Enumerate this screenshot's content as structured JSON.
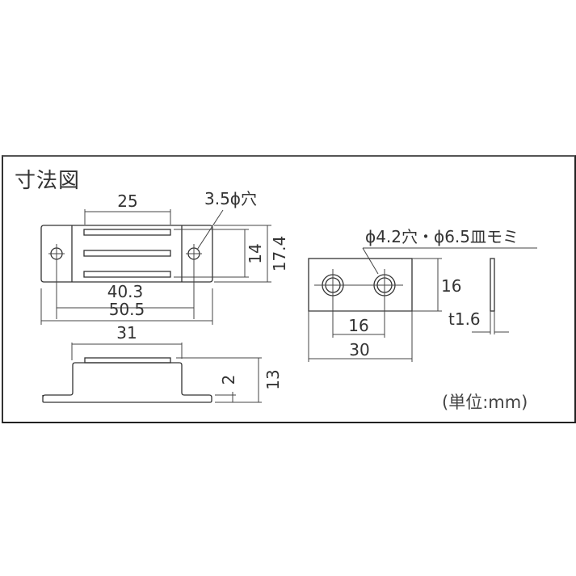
{
  "title": "寸法図",
  "unit_label": "(単位:mm)",
  "magnet_catch": {
    "top_view": {
      "dim_body_length": "25",
      "hole_label": "3.5ϕ穴",
      "dim_hole_pitch": "40.3",
      "dim_overall_length": "50.5",
      "dim_body_width": "14",
      "dim_overall_width": "17.4"
    },
    "side_view": {
      "dim_top_length": "31",
      "dim_flange_thickness": "2",
      "dim_height": "13"
    }
  },
  "strike_plate": {
    "hole_label": "ϕ4.2穴・ϕ6.5皿モミ",
    "dim_height": "16",
    "dim_hole_pitch": "16",
    "dim_width": "30",
    "dim_thickness": "t1.6"
  }
}
